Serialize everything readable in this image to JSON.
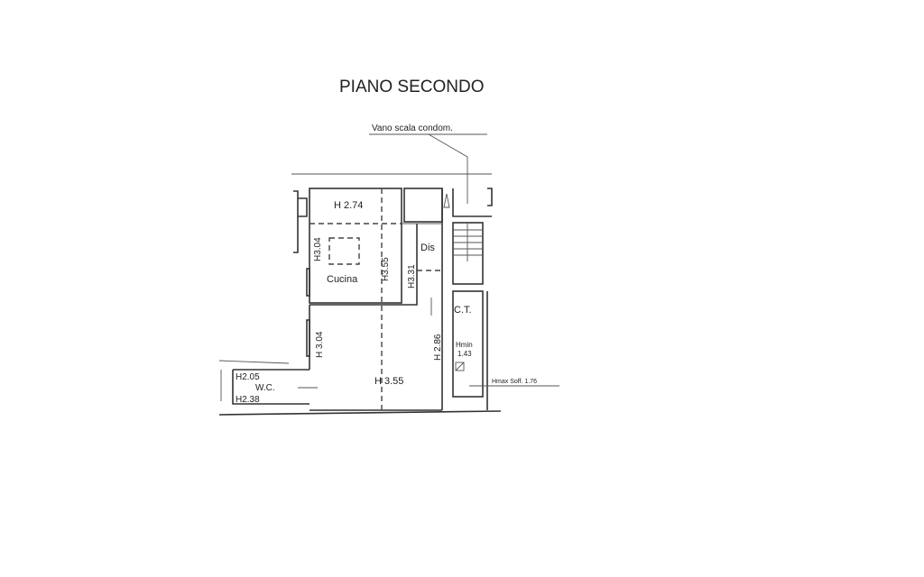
{
  "title": "PIANO SECONDO",
  "callouts": {
    "stair": "Vano scala condom.",
    "hmax": "Hmax Soff. 1.76"
  },
  "rooms": {
    "top_room_height": "H 2.74",
    "kitchen_name": "Cucina",
    "kitchen_h1": "H3.04",
    "kitchen_h2": "H3.55",
    "dis_name": "Dis",
    "dis_height": "H3.31",
    "living_h1": "H 3.04",
    "living_h2": "H 3.55",
    "living_h3": "H 2.86",
    "ct_name": "C.T.",
    "ct_hmin_label": "Hmin",
    "ct_hmin_value": "1.43",
    "wc_name": "W.C.",
    "wc_h1": "H2.05",
    "wc_h2": "H2.38"
  }
}
